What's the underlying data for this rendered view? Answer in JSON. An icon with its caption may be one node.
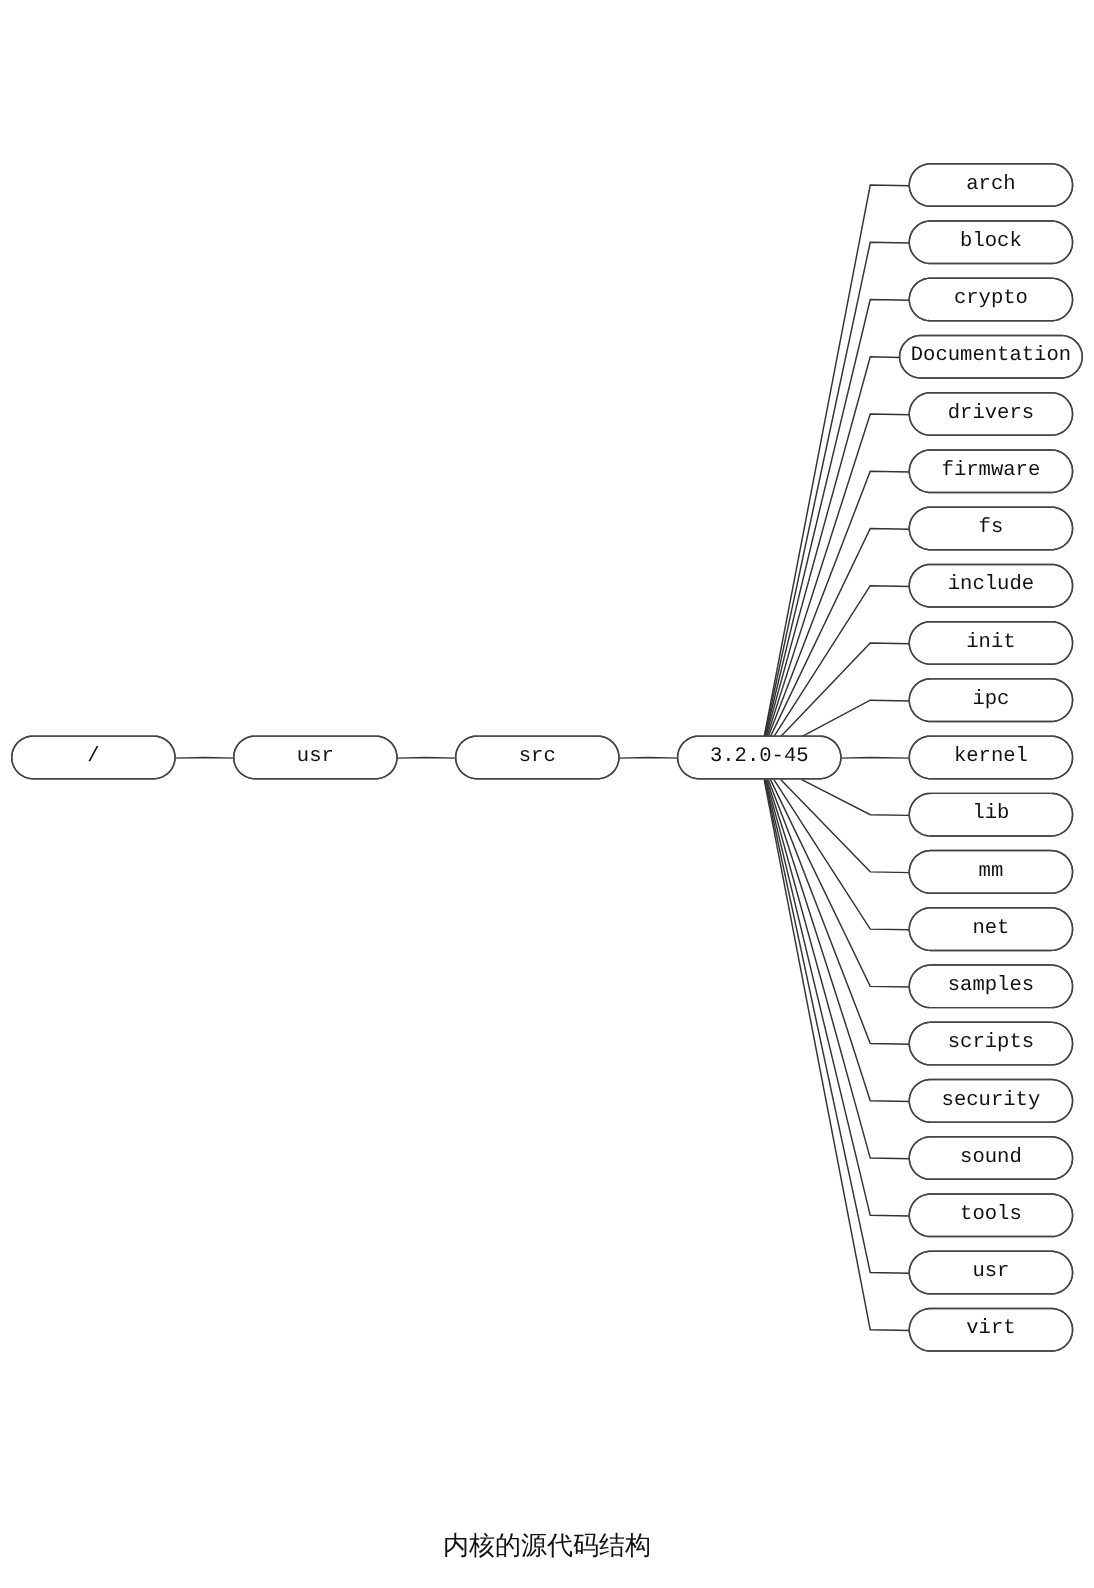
{
  "diagram": {
    "caption": "内核的源代码结构",
    "nodes": [
      {
        "text": [
          "/"
        ]
      },
      {
        "text": [
          "usr"
        ]
      },
      {
        "text": [
          "src"
        ]
      },
      {
        "text": [
          "3.2.0-45"
        ]
      },
      {
        "text": [
          "arch"
        ]
      },
      {
        "text": [
          "block"
        ]
      },
      {
        "text": [
          "crypto"
        ]
      },
      {
        "text": [
          "Documentation"
        ]
      },
      {
        "text": [
          "drivers"
        ]
      },
      {
        "text": [
          "firmware"
        ]
      },
      {
        "text": [
          "fs"
        ]
      },
      {
        "text": [
          "include"
        ]
      },
      {
        "text": [
          "init"
        ]
      },
      {
        "text": [
          "ipc"
        ]
      },
      {
        "text": [
          "kernel"
        ]
      },
      {
        "text": [
          "lib"
        ]
      },
      {
        "text": [
          "mm"
        ]
      },
      {
        "text": [
          "net"
        ]
      },
      {
        "text": [
          "samples"
        ]
      },
      {
        "text": [
          "scripts"
        ]
      },
      {
        "text": [
          "security"
        ]
      },
      {
        "text": [
          "sound"
        ]
      },
      {
        "text": [
          "tools"
        ]
      },
      {
        "text": [
          "usr"
        ]
      },
      {
        "text": [
          "virt"
        ]
      }
    ],
    "edges": [
      {
        "from": 0,
        "to": 1,
        "arrow": "none"
      },
      {
        "from": 1,
        "to": 2,
        "arrow": "none"
      },
      {
        "from": 2,
        "to": 3,
        "arrow": "none"
      },
      {
        "from": 3,
        "to": 4,
        "arrow": "none"
      },
      {
        "from": 3,
        "to": 5,
        "arrow": "none"
      },
      {
        "from": 3,
        "to": 6,
        "arrow": "none"
      },
      {
        "from": 3,
        "to": 7,
        "arrow": "none"
      },
      {
        "from": 3,
        "to": 8,
        "arrow": "none"
      },
      {
        "from": 3,
        "to": 9,
        "arrow": "none"
      },
      {
        "from": 3,
        "to": 10,
        "arrow": "none"
      },
      {
        "from": 3,
        "to": 11,
        "arrow": "none"
      },
      {
        "from": 3,
        "to": 12,
        "arrow": "none"
      },
      {
        "from": 3,
        "to": 13,
        "arrow": "none"
      },
      {
        "from": 3,
        "to": 14,
        "arrow": "none"
      },
      {
        "from": 3,
        "to": 15,
        "arrow": "none"
      },
      {
        "from": 3,
        "to": 16,
        "arrow": "none"
      },
      {
        "from": 3,
        "to": 17,
        "arrow": "none"
      },
      {
        "from": 3,
        "to": 18,
        "arrow": "none"
      },
      {
        "from": 3,
        "to": 19,
        "arrow": "none"
      },
      {
        "from": 3,
        "to": 20,
        "arrow": "none"
      },
      {
        "from": 3,
        "to": 21,
        "arrow": "none"
      },
      {
        "from": 3,
        "to": 22,
        "arrow": "none"
      },
      {
        "from": 3,
        "to": 23,
        "arrow": "none"
      },
      {
        "from": 3,
        "to": 24,
        "arrow": "none"
      }
    ]
  }
}
